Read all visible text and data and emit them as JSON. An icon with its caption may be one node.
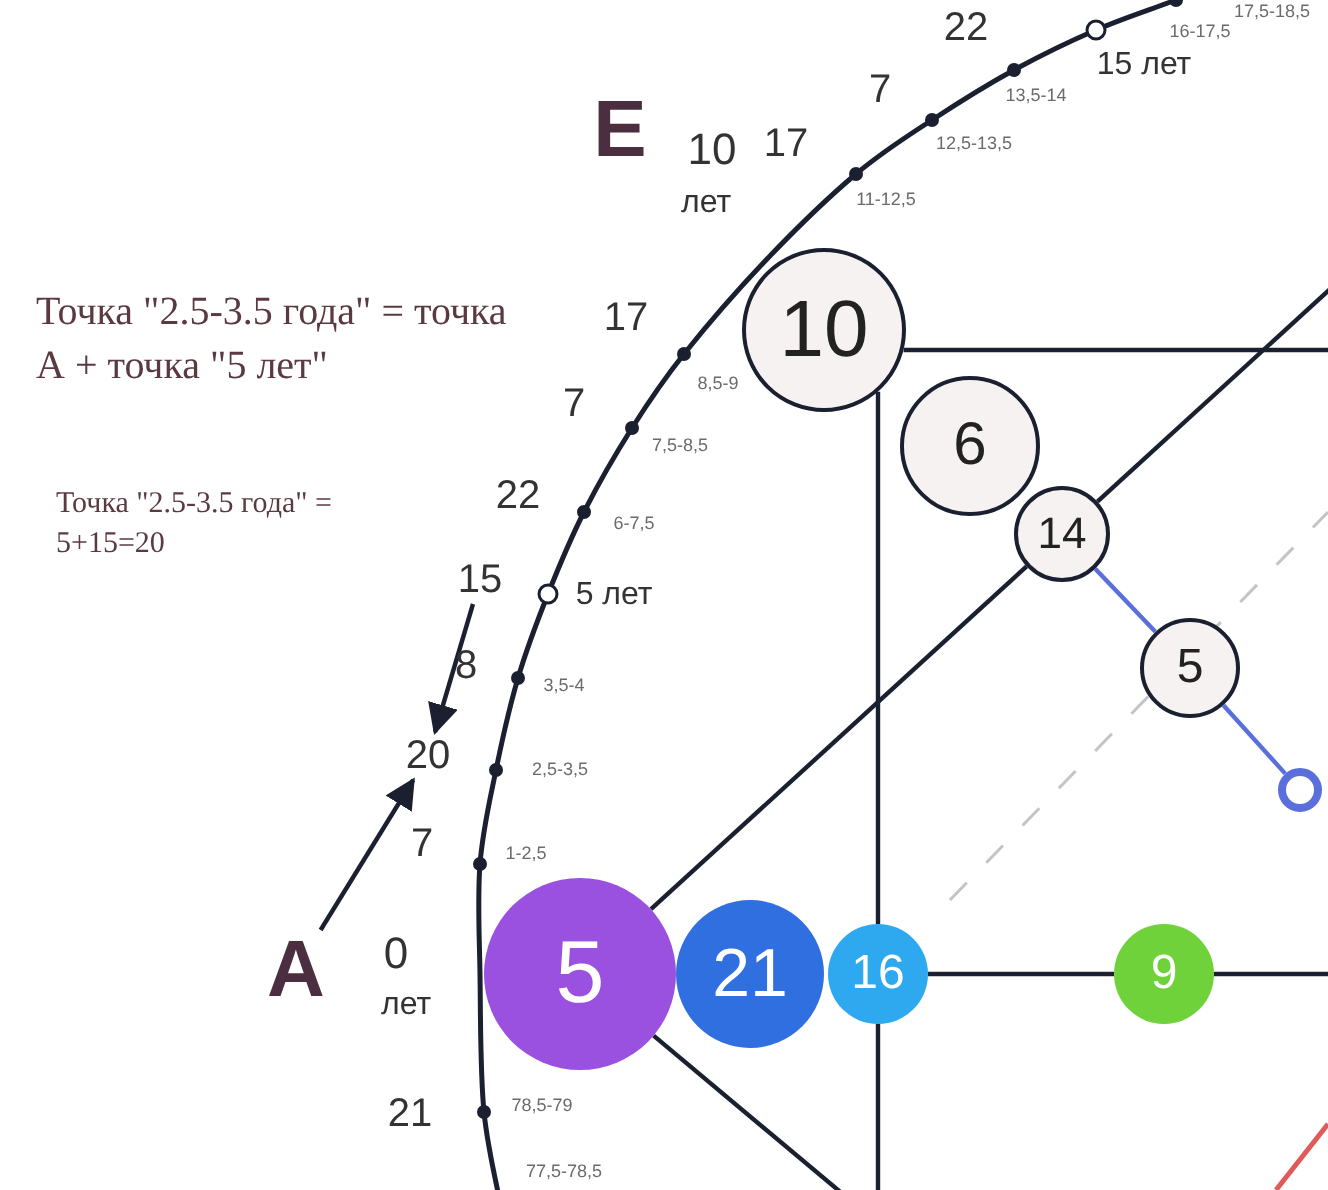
{
  "diagram": {
    "nodes": [
      {
        "text": [
          "15"
        ]
      },
      {
        "text": [
          "10"
        ]
      },
      {
        "text": [
          "6"
        ]
      },
      {
        "text": [
          "14"
        ]
      },
      {
        "text": [
          "5"
        ]
      },
      {
        "text": [
          "20"
        ]
      },
      {
        "text": [],
        "shape": "circle"
      },
      {
        "text": [
          "A"
        ]
      },
      {
        "text": [
          "5"
        ]
      },
      {
        "text": [
          "21"
        ]
      },
      {
        "text": [
          "16"
        ]
      },
      {
        "text": [
          "9"
        ]
      }
    ],
    "edges": [
      {
        "from": 0,
        "to": 5,
        "arrow": "to"
      },
      {
        "from": 7,
        "to": 5,
        "arrow": "to"
      },
      {
        "from": 3,
        "to": 4,
        "arrow": "none",
        "color": "#5b6fdc"
      },
      {
        "from": 4,
        "to": 6,
        "arrow": "none",
        "color": "#5b6fdc"
      },
      {
        "from": 8,
        "to": 3,
        "arrow": "none"
      },
      {
        "from": 3,
        "to": null,
        "arrow": "none"
      },
      {
        "from": 1,
        "to": null,
        "arrow": "none"
      },
      {
        "from": 1,
        "to": 10,
        "arrow": "none"
      },
      {
        "from": 10,
        "to": null,
        "arrow": "none"
      },
      {
        "from": 10,
        "to": 11,
        "arrow": "none"
      },
      {
        "from": 11,
        "to": null,
        "arrow": "none"
      },
      {
        "from": 8,
        "to": null,
        "arrow": "none"
      }
    ],
    "labels": [
      "22",
      "16-17,5",
      "17,5-18,5",
      "15 лет",
      "7",
      "13,5-14",
      "E",
      "12,5-13,5",
      "10",
      "17",
      "лет",
      "11-12,5",
      "Точка \"2.5-3.5 года\" = точка А + точка \"5 лет\"",
      "17",
      "8,5-9",
      "7",
      "7,5-8,5",
      "Точка \"2.5-3.5 года\" = 5+15=20",
      "22",
      "6-7,5",
      "5 лет",
      "8",
      "3,5-4",
      "2,5-3,5",
      "7",
      "1-2,5",
      "0",
      "лет",
      "21",
      "78,5-79",
      "77,5-78,5"
    ]
  }
}
